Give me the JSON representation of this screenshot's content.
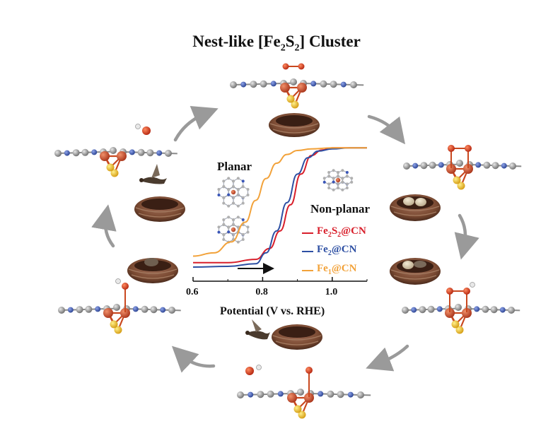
{
  "title": {
    "pre": "Nest-like [Fe",
    "sub1": "2",
    "mid": "S",
    "sub2": "2",
    "post": "] Cluster"
  },
  "labels": {
    "planar": "Planar",
    "nonplanar": "Non-planar"
  },
  "colors": {
    "fe2s2": "#d81e2a",
    "fe2": "#2d4fa3",
    "fe1": "#f2a23a",
    "fe_atom": "#c9481f",
    "s_atom": "#f0c419",
    "c_atom": "#9a9a9a",
    "n_atom": "#3a56b8",
    "o_atom": "#d8341e",
    "bond_o": "#c9481f",
    "arrow": "#9a9a9a",
    "nest": "#7a4a32",
    "nest_dark": "#4a2a1c"
  },
  "legend": [
    {
      "pre": "Fe",
      "s1": "2",
      "mid": "S",
      "s2": "2",
      "post": "@CN",
      "color_key": "fe2s2"
    },
    {
      "pre": "Fe",
      "s1": "2",
      "mid": "",
      "s2": "",
      "post": "@CN",
      "color_key": "fe2"
    },
    {
      "pre": "Fe",
      "s1": "1",
      "mid": "",
      "s2": "",
      "post": "@CN",
      "color_key": "fe1"
    }
  ],
  "chart_data": {
    "type": "line",
    "title": "",
    "xlabel": "Potential (V vs. RHE)",
    "ylabel": "",
    "xticks": [
      "0.6",
      "0.8",
      "1.0"
    ],
    "xlim": [
      0.6,
      1.1
    ],
    "ylim": [
      -6,
      0.3
    ],
    "series": [
      {
        "name": "Fe2S2@CN",
        "color_key": "fe2s2",
        "x": [
          0.6,
          0.7,
          0.78,
          0.82,
          0.85,
          0.88,
          0.91,
          0.94,
          0.97,
          1.0,
          1.04,
          1.1
        ],
        "y": [
          -5.25,
          -5.25,
          -5.1,
          -4.6,
          -3.8,
          -2.6,
          -1.2,
          -0.35,
          -0.1,
          0.0,
          0.0,
          0.0
        ]
      },
      {
        "name": "Fe2@CN",
        "color_key": "fe2",
        "x": [
          0.6,
          0.7,
          0.78,
          0.81,
          0.84,
          0.87,
          0.9,
          0.93,
          0.96,
          1.0,
          1.05,
          1.1
        ],
        "y": [
          -5.45,
          -5.42,
          -5.3,
          -4.8,
          -3.8,
          -2.5,
          -1.2,
          -0.45,
          -0.15,
          -0.05,
          0.0,
          0.0
        ]
      },
      {
        "name": "Fe1@CN",
        "color_key": "fe1",
        "x": [
          0.6,
          0.66,
          0.71,
          0.75,
          0.78,
          0.81,
          0.84,
          0.87,
          0.9,
          0.94,
          1.0,
          1.1
        ],
        "y": [
          -4.95,
          -4.8,
          -4.3,
          -3.4,
          -2.4,
          -1.4,
          -0.7,
          -0.3,
          -0.12,
          -0.05,
          0.0,
          0.0
        ]
      }
    ]
  }
}
